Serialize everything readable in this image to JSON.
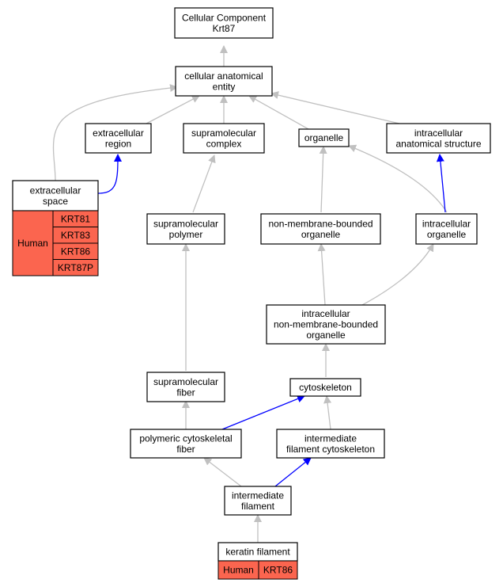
{
  "colors": {
    "edge_is_a": "#c0c0c0",
    "edge_part_of": "#0000ff",
    "annotation_fill": "#fb654f",
    "node_fill": "#ffffff",
    "node_stroke": "#000000"
  },
  "nodes": {
    "root": [
      "Cellular Component",
      "Krt87"
    ],
    "cae": [
      "cellular anatomical",
      "entity"
    ],
    "extra_region": [
      "extracellular",
      "region"
    ],
    "supra_complex": [
      "supramolecular",
      "complex"
    ],
    "organelle": [
      "organelle"
    ],
    "intra_struct": [
      "intracellular",
      "anatomical structure"
    ],
    "extra_space": [
      "extracellular",
      "space"
    ],
    "supra_polymer": [
      "supramolecular",
      "polymer"
    ],
    "nmb_organelle": [
      "non-membrane-bounded",
      "organelle"
    ],
    "intra_organelle": [
      "intracellular",
      "organelle"
    ],
    "intra_nmb_organelle": [
      "intracellular",
      "non-membrane-bounded",
      "organelle"
    ],
    "supra_fiber": [
      "supramolecular",
      "fiber"
    ],
    "cytoskeleton": [
      "cytoskeleton"
    ],
    "poly_cyto_fiber": [
      "polymeric cytoskeletal",
      "fiber"
    ],
    "if_cytoskeleton": [
      "intermediate",
      "filament cytoskeleton"
    ],
    "if": [
      "intermediate",
      "filament"
    ],
    "keratin_filament": [
      "keratin filament"
    ]
  },
  "annotations": {
    "extra_space": {
      "species": "Human",
      "genes": [
        "KRT81",
        "KRT83",
        "KRT86",
        "KRT87P"
      ]
    },
    "keratin_filament": {
      "species": "Human",
      "genes": [
        "KRT86"
      ]
    }
  },
  "edges": [
    {
      "from": "cae",
      "to": "root",
      "relation": "is_a"
    },
    {
      "from": "extra_region",
      "to": "cae",
      "relation": "is_a"
    },
    {
      "from": "supra_complex",
      "to": "cae",
      "relation": "is_a"
    },
    {
      "from": "organelle",
      "to": "cae",
      "relation": "is_a"
    },
    {
      "from": "intra_struct",
      "to": "cae",
      "relation": "is_a"
    },
    {
      "from": "extra_space",
      "to": "cae",
      "relation": "is_a"
    },
    {
      "from": "extra_space",
      "to": "extra_region",
      "relation": "part_of"
    },
    {
      "from": "supra_polymer",
      "to": "supra_complex",
      "relation": "is_a"
    },
    {
      "from": "nmb_organelle",
      "to": "organelle",
      "relation": "is_a"
    },
    {
      "from": "intra_organelle",
      "to": "organelle",
      "relation": "is_a"
    },
    {
      "from": "intra_organelle",
      "to": "intra_struct",
      "relation": "part_of"
    },
    {
      "from": "intra_nmb_organelle",
      "to": "nmb_organelle",
      "relation": "is_a"
    },
    {
      "from": "intra_nmb_organelle",
      "to": "intra_organelle",
      "relation": "is_a"
    },
    {
      "from": "supra_fiber",
      "to": "supra_polymer",
      "relation": "is_a"
    },
    {
      "from": "cytoskeleton",
      "to": "intra_nmb_organelle",
      "relation": "is_a"
    },
    {
      "from": "poly_cyto_fiber",
      "to": "supra_fiber",
      "relation": "is_a"
    },
    {
      "from": "poly_cyto_fiber",
      "to": "cytoskeleton",
      "relation": "part_of"
    },
    {
      "from": "if_cytoskeleton",
      "to": "cytoskeleton",
      "relation": "is_a"
    },
    {
      "from": "if",
      "to": "poly_cyto_fiber",
      "relation": "is_a"
    },
    {
      "from": "if",
      "to": "if_cytoskeleton",
      "relation": "part_of"
    },
    {
      "from": "keratin_filament",
      "to": "if",
      "relation": "is_a"
    }
  ]
}
